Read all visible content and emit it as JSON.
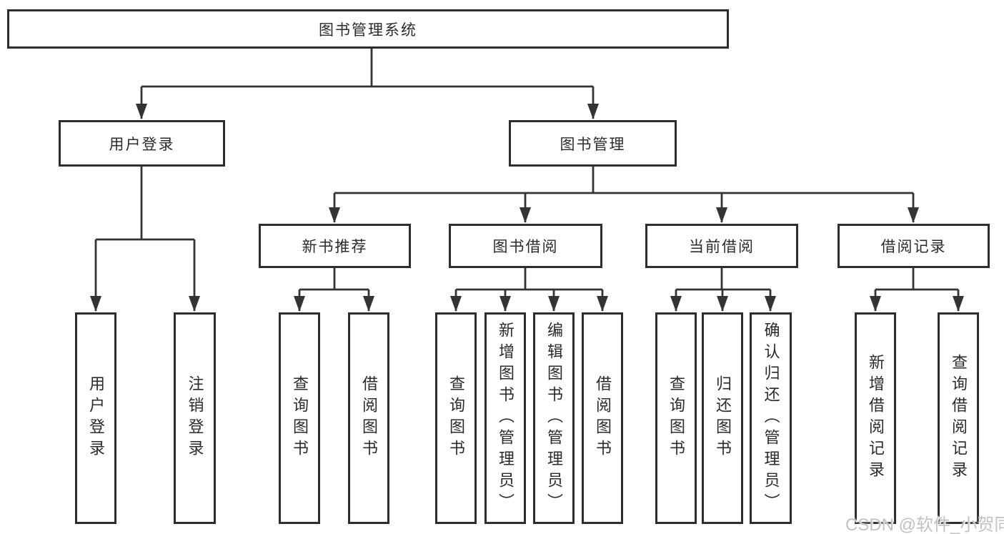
{
  "diagram": {
    "title": "图书管理系统",
    "level2": [
      {
        "label": "用户登录"
      },
      {
        "label": "图书管理"
      }
    ],
    "user_children": [
      {
        "label": "用户登录"
      },
      {
        "label": "注销登录"
      }
    ],
    "groups": [
      {
        "label": "新书推荐",
        "children": [
          {
            "label": "查询图书"
          },
          {
            "label": "借阅图书"
          }
        ]
      },
      {
        "label": "图书借阅",
        "children": [
          {
            "label": "查询图书"
          },
          {
            "label": "新增图书（管理员）"
          },
          {
            "label": "编辑图书（管理员）"
          },
          {
            "label": "借阅图书"
          }
        ]
      },
      {
        "label": "当前借阅",
        "children": [
          {
            "label": "查询图书"
          },
          {
            "label": "归还图书"
          },
          {
            "label": "确认归还（管理员）"
          }
        ]
      },
      {
        "label": "借阅记录",
        "children": [
          {
            "label": "新增借阅记录"
          },
          {
            "label": "查询借阅记录"
          }
        ]
      }
    ]
  },
  "watermark": {
    "text": "CSDN @软件_小贺同学"
  },
  "colors": {
    "line": "#343434",
    "box_border": "#2e2e2e",
    "text": "#2b2b2b",
    "watermark": "#c2c2c2",
    "background": "#ffffff"
  }
}
